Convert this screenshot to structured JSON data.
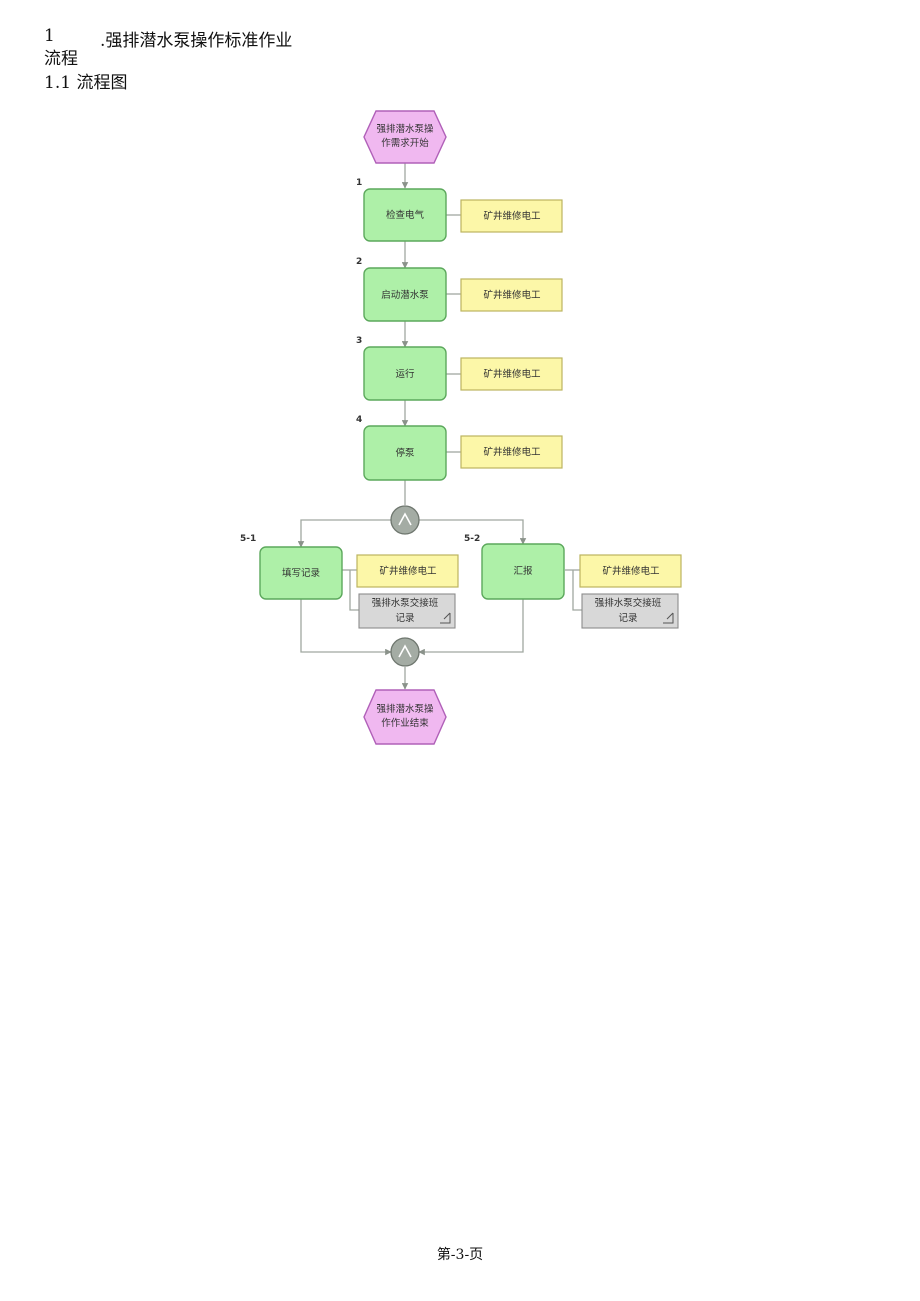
{
  "document": {
    "heading_number": "1",
    "heading_text": ".强排潜水泵操作标准作业",
    "heading_cont": "流程",
    "subheading": "1.1  流程图"
  },
  "flowchart": {
    "start_event": [
      "强排潜水泵操",
      "作需求开始"
    ],
    "end_event": [
      "强排潜水泵操",
      "作作业结束"
    ],
    "steps": [
      {
        "num": "1",
        "label": "检查电气",
        "role": "矿井维修电工"
      },
      {
        "num": "2",
        "label": "启动潜水泵",
        "role": "矿井维修电工"
      },
      {
        "num": "3",
        "label": "运行",
        "role": "矿井维修电工"
      },
      {
        "num": "4",
        "label": "停泵",
        "role": "矿井维修电工"
      }
    ],
    "branches": [
      {
        "num": "5-1",
        "label": "填写记录",
        "role": "矿井维修电工",
        "doc": [
          "强排水泵交接班",
          "记录"
        ]
      },
      {
        "num": "5-2",
        "label": "汇报",
        "role": "矿井维修电工",
        "doc": [
          "强排水泵交接班",
          "记录"
        ]
      }
    ],
    "colors": {
      "event": "#f0b8f0",
      "function": "#aef0a8",
      "role": "#fcf7a8",
      "document": "#d8d8d8",
      "connector": "#9aa39a"
    }
  },
  "footer": {
    "page_label": "第-3-页"
  }
}
